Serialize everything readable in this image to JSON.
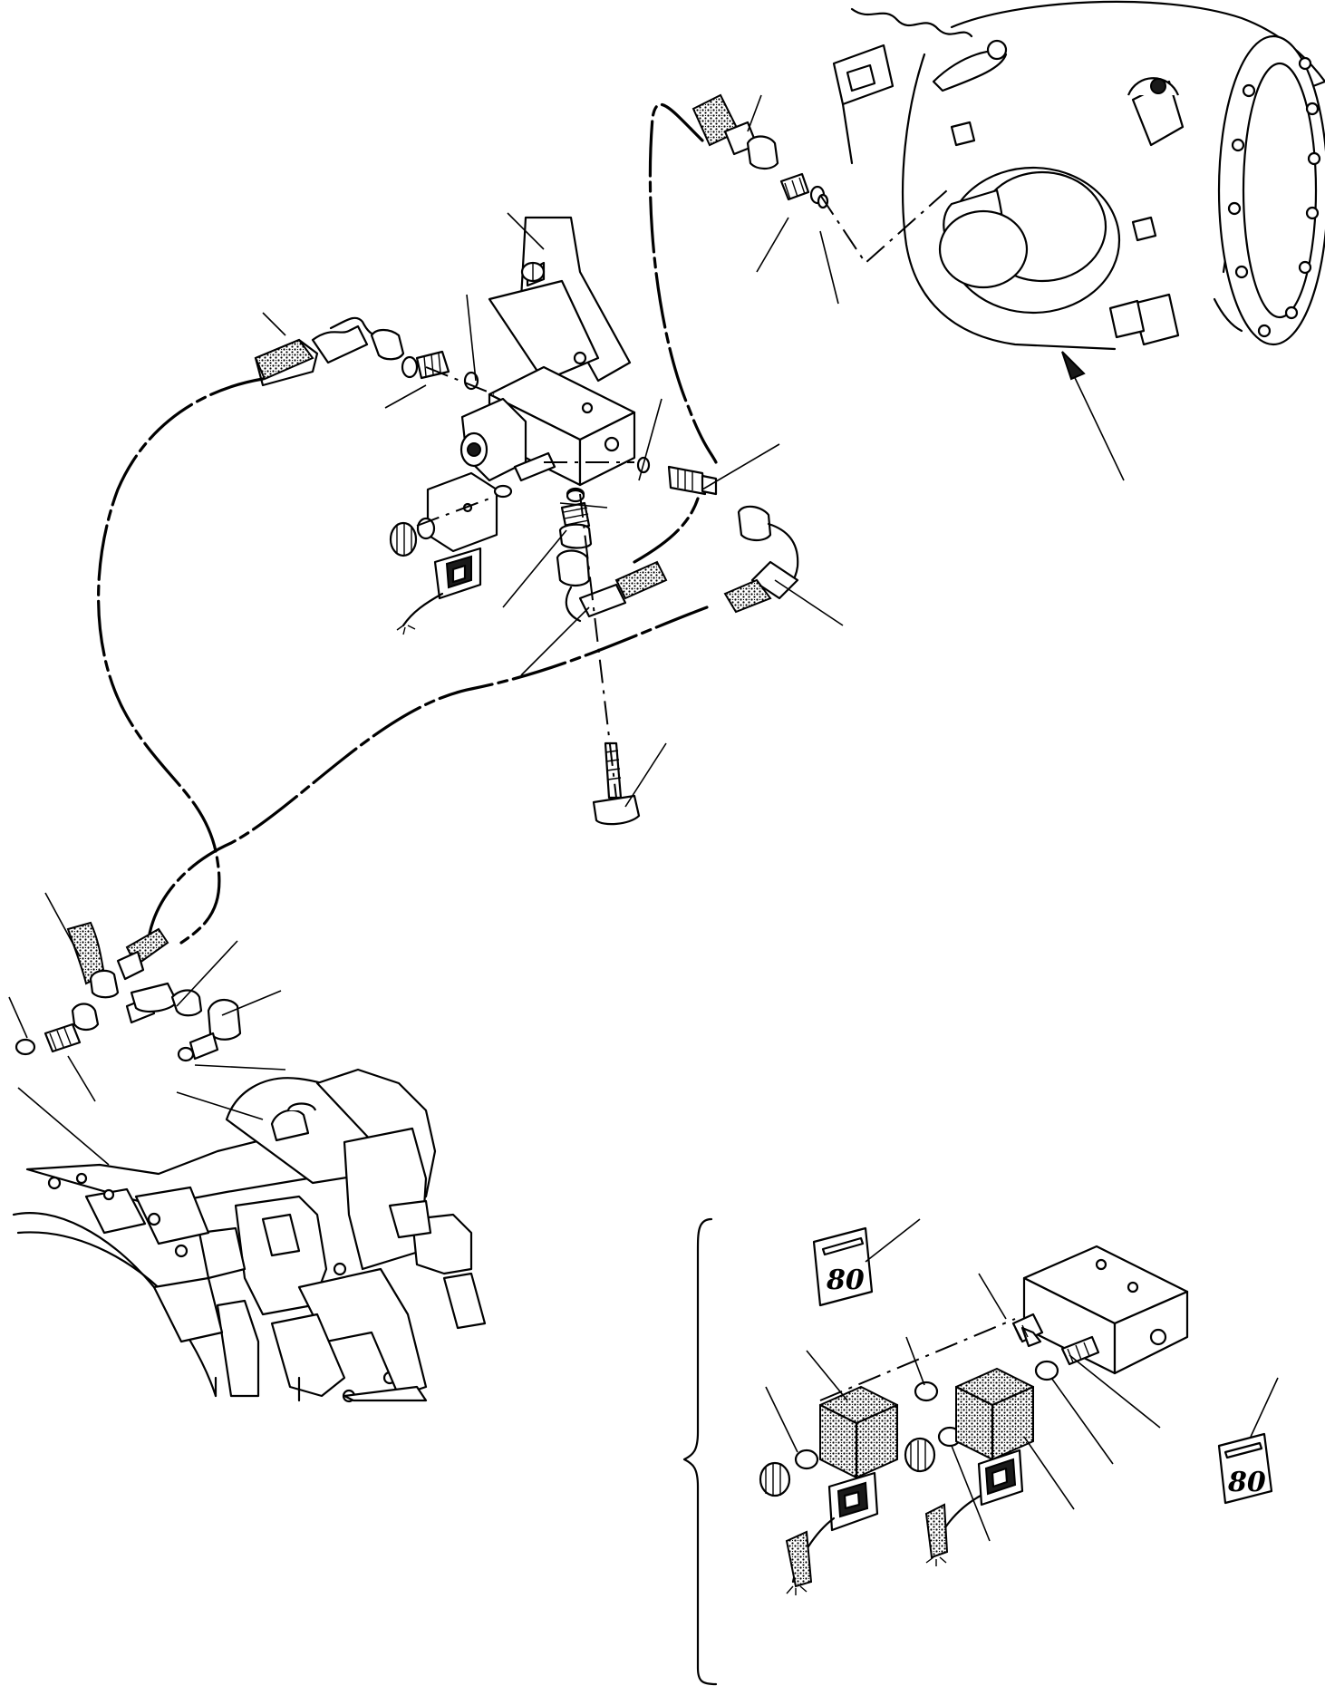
{
  "diagram": {
    "tags": [
      {
        "id": "tag-upper",
        "text": "80"
      },
      {
        "id": "tag-lower",
        "text": "80"
      }
    ],
    "assemblies": [
      "axle-housing",
      "valve-block",
      "transmission-housing",
      "solenoid-kit-inset"
    ]
  }
}
